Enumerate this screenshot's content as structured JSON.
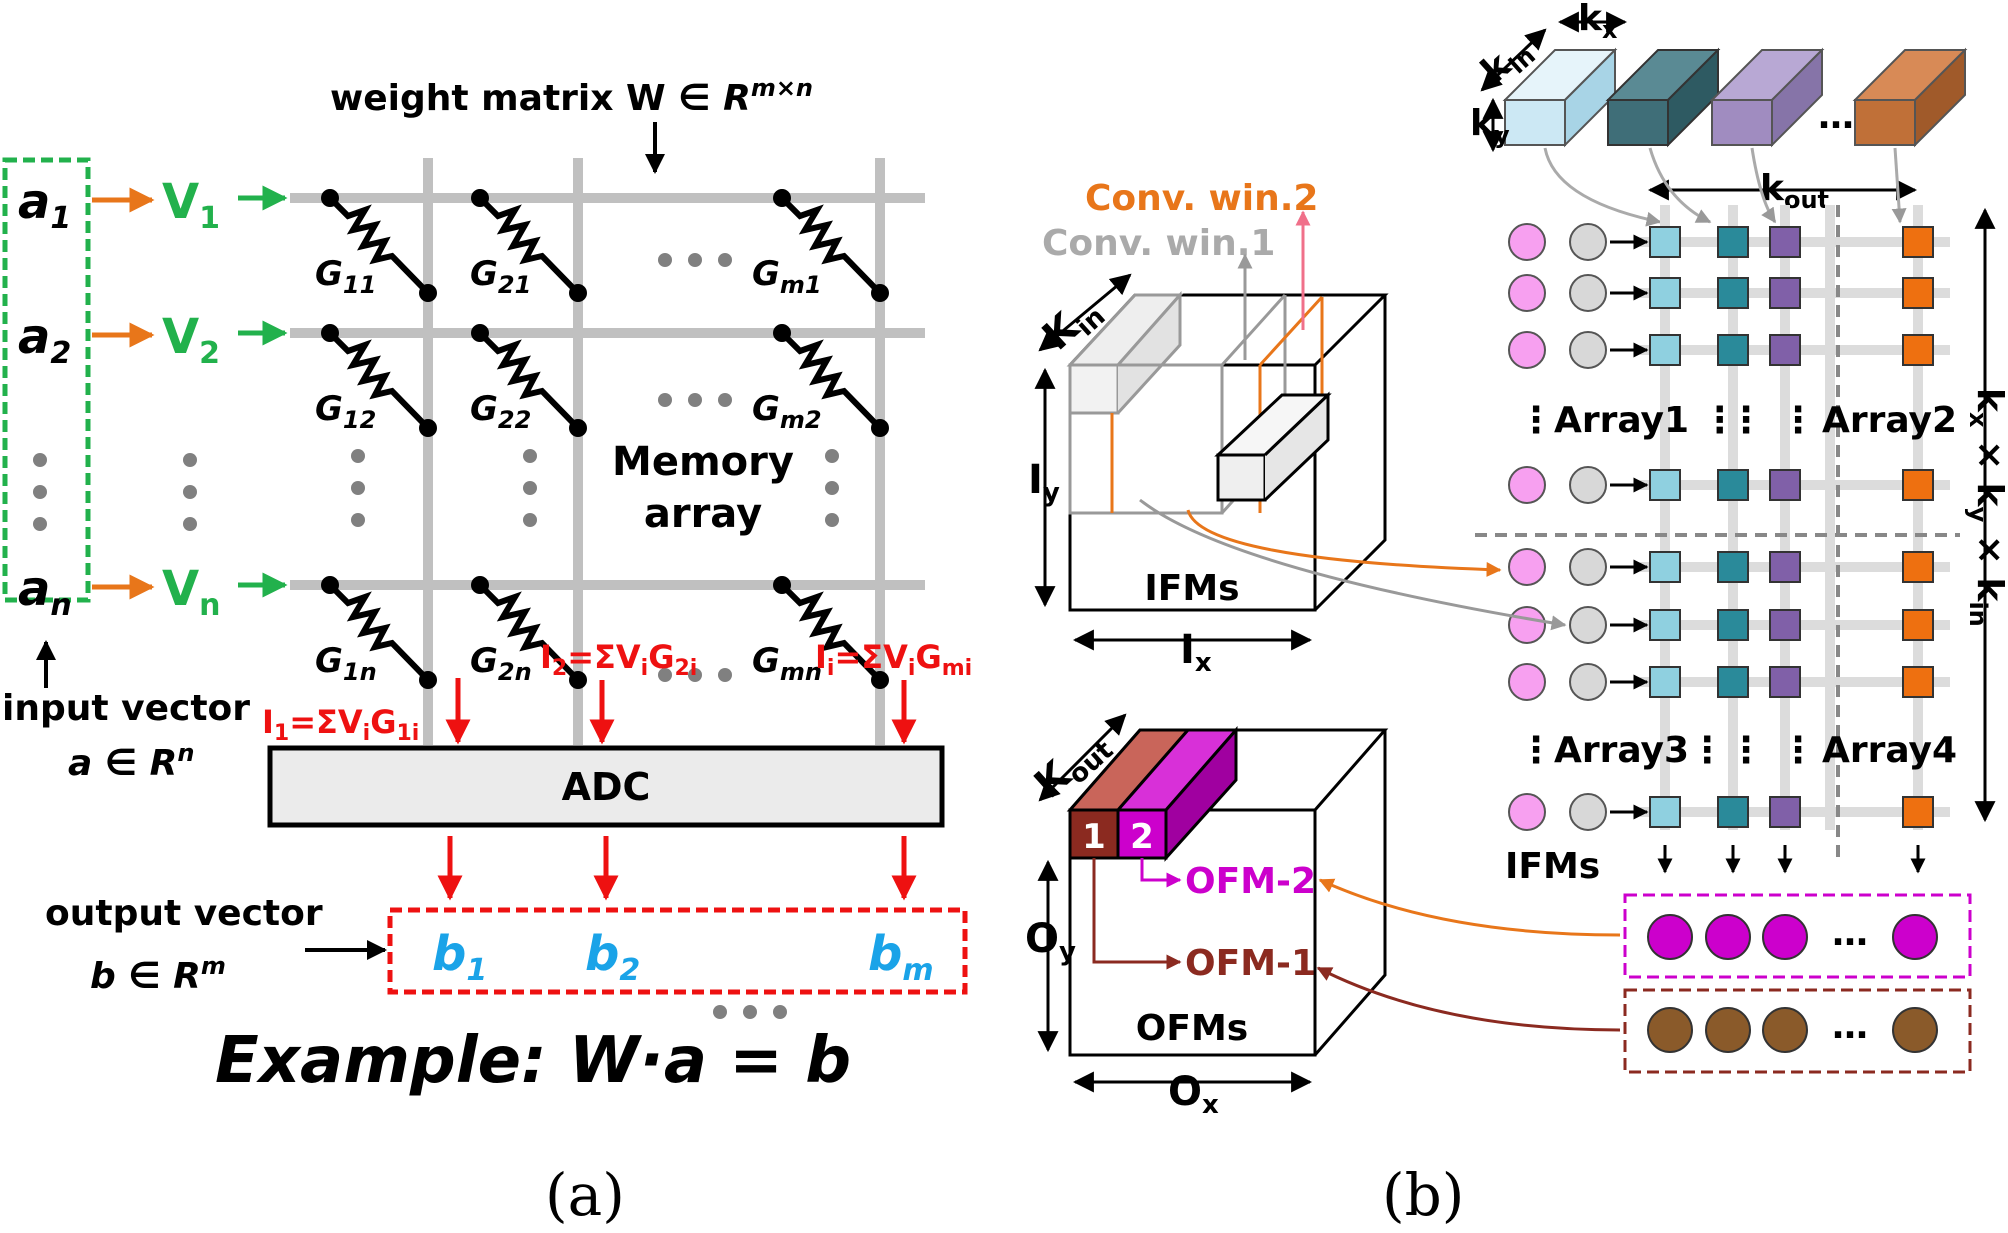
{
  "colors": {
    "grid": "#c0c0c0",
    "orange": "#e8761a",
    "green": "#22b14c",
    "red": "#ee1111",
    "blue": "#1aa3e8",
    "pink": "#f07ff0",
    "lightgray": "#d8d8d8",
    "lightblue": "#8fd0e0",
    "teal": "#2a8a9a",
    "purple": "#8060a8",
    "orangeSq": "#ee7010",
    "magenta": "#cc00cc",
    "brown": "#8a5a2a",
    "maroon": "#8b2a20",
    "cuboid1": "#cce8f4",
    "cuboid2": "#3f6e78",
    "cuboid3": "#a08cc0",
    "cuboid4": "#c07038"
  },
  "panel_a": {
    "weight_label": "weight matrix W",
    "weight_space": "R",
    "weight_sup": "m×n",
    "a_inputs": [
      {
        "letter": "a",
        "sub": "1"
      },
      {
        "letter": "a",
        "sub": "2"
      },
      {
        "letter": "a",
        "sub": "n"
      }
    ],
    "voltages": [
      {
        "letter": "V",
        "sub": "1"
      },
      {
        "letter": "V",
        "sub": "2"
      },
      {
        "letter": "V",
        "sub": "n"
      }
    ],
    "conductances": [
      {
        "letter": "G",
        "sub": "11"
      },
      {
        "letter": "G",
        "sub": "21"
      },
      {
        "letter": "G",
        "sub": "m1"
      },
      {
        "letter": "G",
        "sub": "12"
      },
      {
        "letter": "G",
        "sub": "22"
      },
      {
        "letter": "G",
        "sub": "m2"
      },
      {
        "letter": "G",
        "sub": "1n"
      },
      {
        "letter": "G",
        "sub": "2n"
      },
      {
        "letter": "G",
        "sub": "mn"
      }
    ],
    "memory_label_1": "Memory",
    "memory_label_2": "array",
    "currents": [
      {
        "head": "I",
        "s1": "1",
        "mid": "=ΣV",
        "s2": "i",
        "tail": "G",
        "s3": "1i"
      },
      {
        "head": "I",
        "s1": "2",
        "mid": "=ΣV",
        "s2": "i",
        "tail": "G",
        "s3": "2i"
      },
      {
        "head": "I",
        "s1": "i",
        "mid": "=ΣV",
        "s2": "i",
        "tail": "G",
        "s3": "mi"
      }
    ],
    "input_vector_label": "input vector",
    "input_vector_math": "a",
    "input_vector_space": "R",
    "input_vector_sup": "n",
    "adc_label": "ADC",
    "output_vector_label": "output vector",
    "output_vector_math": "b",
    "output_vector_space": "R",
    "output_vector_sup": "m",
    "outputs": [
      {
        "letter": "b",
        "sub": "1"
      },
      {
        "letter": "b",
        "sub": "2"
      },
      {
        "letter": "b",
        "sub": "m"
      }
    ],
    "example": "Example: W·a = b",
    "caption": "(a)"
  },
  "panel_b": {
    "conv_win2": "Conv. win.2",
    "conv_win1": "Conv. win.1",
    "k_in": {
      "letter": "K",
      "sub": "in"
    },
    "I_y": {
      "letter": "I",
      "sub": "y"
    },
    "I_x": {
      "letter": "I",
      "sub": "x"
    },
    "ifms_cube_label": "IFMs",
    "k_out_cube": {
      "letter": "K",
      "sub": "out"
    },
    "ofm_num_1": "1",
    "ofm_num_2": "2",
    "ofm2_label": "OFM-2",
    "ofm1_label": "OFM-1",
    "O_y": {
      "letter": "O",
      "sub": "y"
    },
    "O_x": {
      "letter": "O",
      "sub": "x"
    },
    "ofms_cube_label": "OFMs",
    "kernel_kin": {
      "letter": "k",
      "sub": "in"
    },
    "kernel_kx": {
      "letter": "k",
      "sub": "x"
    },
    "kernel_ky": {
      "letter": "k",
      "sub": "y"
    },
    "k_out": {
      "letter": "k",
      "sub": "out"
    },
    "array1": "Array1",
    "array2": "Array2",
    "array3": "Array3",
    "array4": "Array4",
    "ifms_label": "IFMs",
    "vertical_label": {
      "p1": "k",
      "s1": "x",
      "p2": " × k",
      "s2": "y",
      "p3": " × k",
      "s3": "in"
    },
    "ellipsis": "…",
    "caption": "(b)"
  }
}
